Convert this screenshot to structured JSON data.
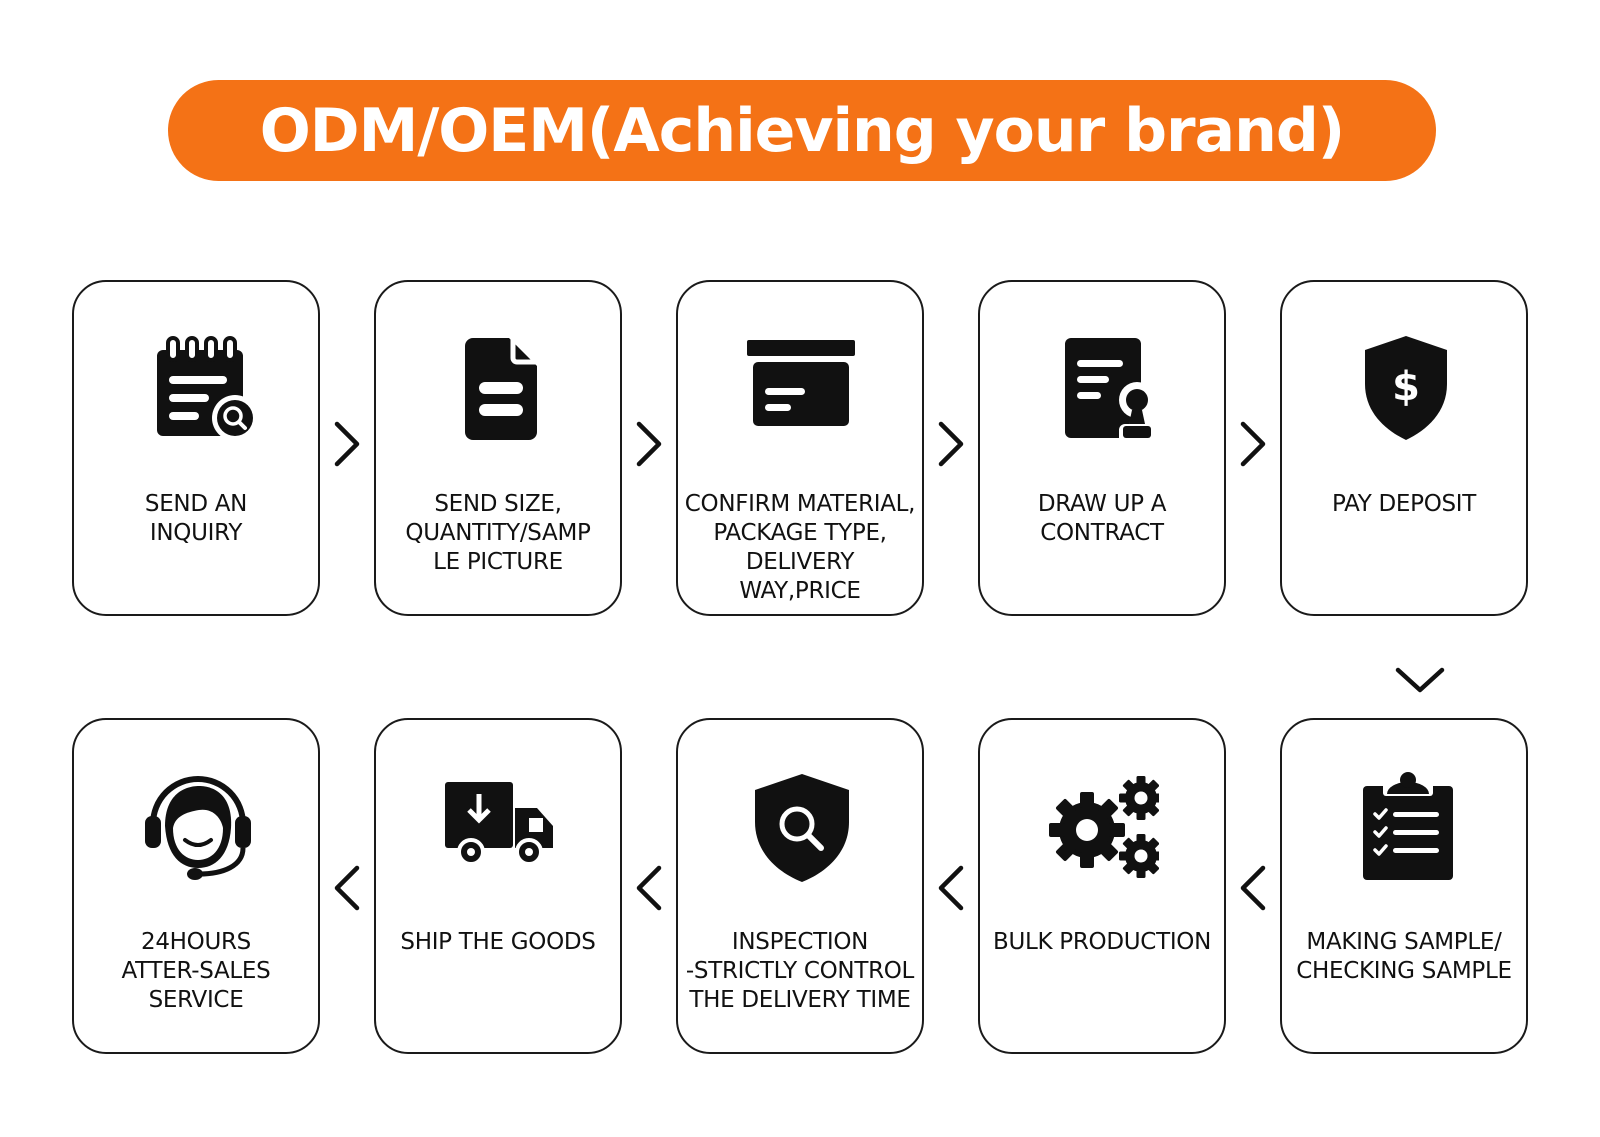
{
  "banner": {
    "title": "ODM/OEM(Achieving your brand)"
  },
  "colors": {
    "accent": "#f47216",
    "ink": "#111111",
    "border": "#1a1a1a"
  },
  "steps": [
    {
      "label": "SEND AN\nINQUIRY",
      "icon": "inquiry-notepad-search-icon"
    },
    {
      "label": "SEND SIZE,\nQUANTITY/SAMP\nLE PICTURE",
      "icon": "document-icon"
    },
    {
      "label": "CONFIRM MATERIAL,\nPACKAGE TYPE,\nDELIVERY WAY,PRICE",
      "icon": "package-box-icon"
    },
    {
      "label": "DRAW UP A\nCONTRACT",
      "icon": "contract-stamp-icon"
    },
    {
      "label": "PAY DEPOSIT",
      "icon": "shield-dollar-icon"
    },
    {
      "label": "MAKING SAMPLE/\nCHECKING SAMPLE",
      "icon": "clipboard-checklist-icon"
    },
    {
      "label": "BULK PRODUCTION",
      "icon": "gears-icon"
    },
    {
      "label": "INSPECTION\n-STRICTLY CONTROL\nTHE DELIVERY TIME",
      "icon": "shield-search-icon"
    },
    {
      "label": "SHIP THE GOODS",
      "icon": "delivery-truck-icon"
    },
    {
      "label": "24HOURS\nATTER-SALES\nSERVICE",
      "icon": "customer-service-headset-icon"
    }
  ]
}
